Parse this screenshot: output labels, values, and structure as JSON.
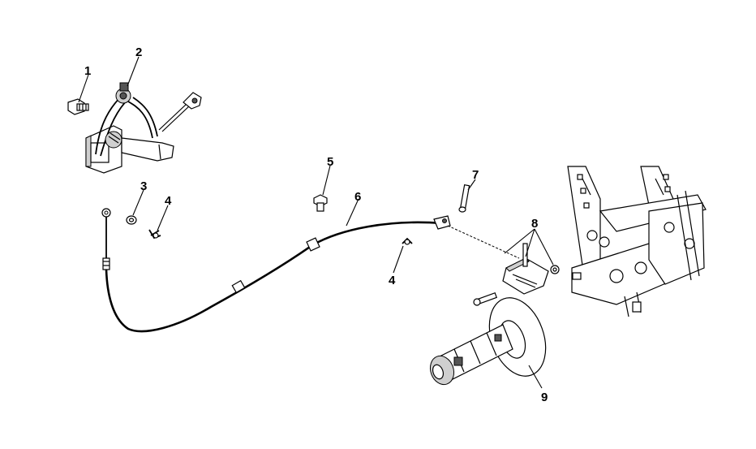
{
  "diagram": {
    "callouts": [
      {
        "id": "c1",
        "label": "1"
      },
      {
        "id": "c2",
        "label": "2"
      },
      {
        "id": "c3",
        "label": "3"
      },
      {
        "id": "c4a",
        "label": "4"
      },
      {
        "id": "c4b",
        "label": "4"
      },
      {
        "id": "c5",
        "label": "5"
      },
      {
        "id": "c6",
        "label": "6"
      },
      {
        "id": "c7",
        "label": "7"
      },
      {
        "id": "c8",
        "label": "8"
      },
      {
        "id": "c9",
        "label": "9"
      }
    ]
  }
}
